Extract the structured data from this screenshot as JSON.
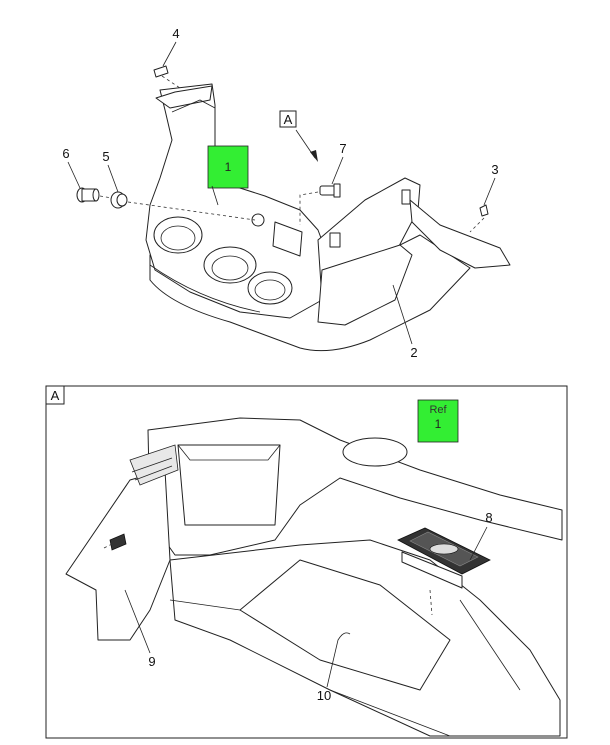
{
  "callouts": {
    "c1": "1",
    "c2": "2",
    "c3": "3",
    "c4": "4",
    "c5": "5",
    "c6": "6",
    "c7": "7",
    "c8": "8",
    "c9": "9",
    "c10": "10"
  },
  "view_marker": "A",
  "detail_frame_label": "A",
  "highlight_main_label": "1",
  "highlight_ref_label": "Ref",
  "highlight_ref_number": "1",
  "colors": {
    "highlight": "#33ee33",
    "line": "#222222",
    "background": "#ffffff"
  }
}
